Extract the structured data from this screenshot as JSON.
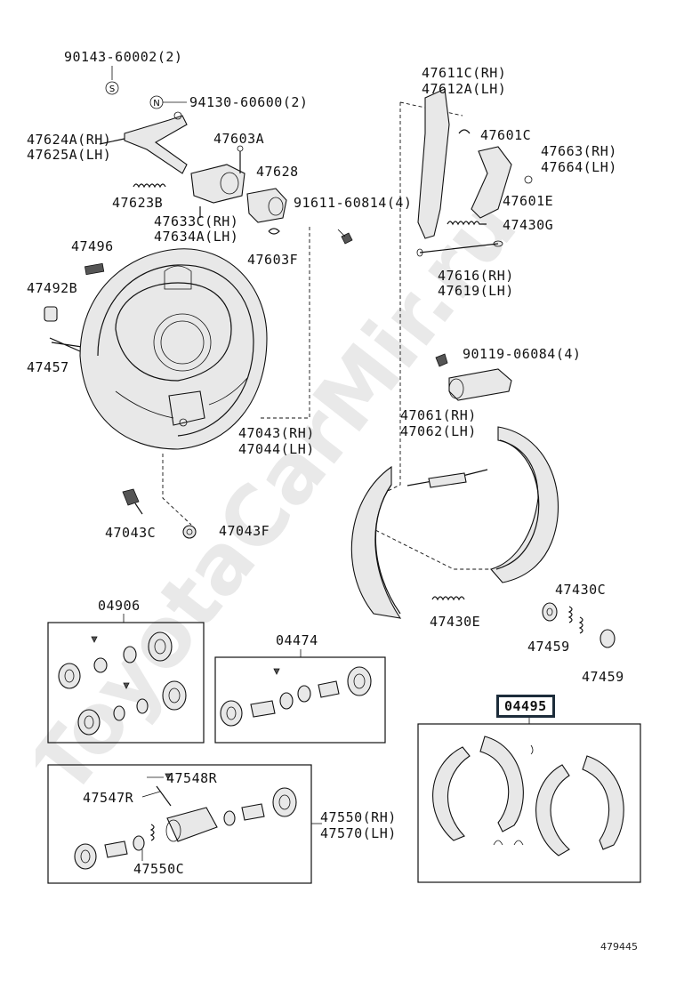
{
  "labels": {
    "p90143": "90143-60002(2)",
    "p94130": "94130-60600(2)",
    "p47624": "47624A(RH)",
    "p47625": "47625A(LH)",
    "p47603A": "47603A",
    "p47628": "47628",
    "p47623B": "47623B",
    "p47633C": "47633C(RH)",
    "p47634A": "47634A(LH)",
    "p91611": "91611-60814(4)",
    "p47496": "47496",
    "p47603F": "47603F",
    "p47492B": "47492B",
    "p47457": "47457",
    "p47043rh": "47043(RH)",
    "p47044lh": "47044(LH)",
    "p47043C": "47043C",
    "p47043F": "47043F",
    "p47611C": "47611C(RH)",
    "p47612A": "47612A(LH)",
    "p47601C": "47601C",
    "p47663": "47663(RH)",
    "p47664": "47664(LH)",
    "p47601E": "47601E",
    "p47430G": "47430G",
    "p47616": "47616(RH)",
    "p47619": "47619(LH)",
    "p90119": "90119-06084(4)",
    "p47061": "47061(RH)",
    "p47062": "47062(LH)",
    "p47430C": "47430C",
    "p47430E": "47430E",
    "p47459a": "47459",
    "p47459b": "47459",
    "p04906": "04906",
    "p04474": "04474",
    "p04495": "04495",
    "p47548R": "47548R",
    "p47547R": "47547R",
    "p47550C": "47550C",
    "p47550": "47550(RH)",
    "p47570": "47570(LH)"
  },
  "markers": {
    "s": "S",
    "n": "N"
  },
  "watermark": "ToyotaCarMir.ru",
  "diagram_ref": "479445"
}
